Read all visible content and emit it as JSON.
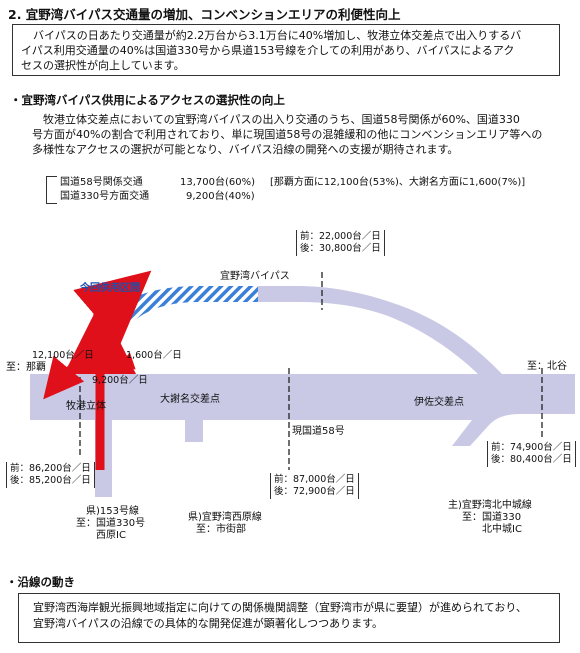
{
  "title": "2. 宜野湾バイパス交通量の増加、コンベンションエリアの利便性向上",
  "summary": {
    "line1": "バイパスの日あたり交通量が約2.2万台から3.1万台に40%増加し、牧港立体交差点で出入りするバ",
    "line2": "イパス利用交通量の40%は国道330号から県道153号線を介しての利用があり、バイパスによるアク",
    "line3": "セスの選択性が向上しています。"
  },
  "section1": {
    "heading": "・宜野湾バイパス供用によるアクセスの選択性の向上",
    "line1": "牧港立体交差点においての宜野湾バイパスの出入り交通のうち、国道58号関係が60%、国道330",
    "line2": "号方面が40%の割合で利用されており、単に現国道58号の混雑緩和の他にコンベンションエリア等への",
    "line3": "多様性なアクセスの選択が可能となり、バイパス沿線の開発への支援が期待されます。"
  },
  "traffic_table": {
    "row1_label": "国道58号関係交通",
    "row1_value": "13,700台(60%)",
    "row1_note": "[那覇方面に12,100台(53%)、大謝名方面に1,600(7%)]",
    "row2_label": "国道330号方面交通",
    "row2_value": "9,200台(40%)"
  },
  "map": {
    "colors": {
      "road": "#c9c9e6",
      "bypass_new": "#3a7fd8",
      "arrow": "#e0101a"
    },
    "bypass_name": "宜野湾バイパス",
    "new_section": "今回供用区間",
    "route58": "現国道58号",
    "makiminato": "牧港立体",
    "ojana": "大謝名交差点",
    "isa": "伊佐交差点",
    "to_naha": "至：那覇",
    "to_chatan": "至：北谷",
    "flow_naha": "12,100台／日",
    "flow_ojana": "1,600台／日",
    "flow_330": "9,200台／日",
    "count_bypass": {
      "before": "前：22,000台／日",
      "after": "後：30,800台／日"
    },
    "count_west": {
      "before": "前：86,200台／日",
      "after": "後：85,200台／日"
    },
    "count_mid": {
      "before": "前：87,000台／日",
      "after": "後：72,900台／日"
    },
    "count_east": {
      "before": "前：74,900台／日",
      "after": "後：80,400台／日"
    },
    "road153_line1": "県)153号線",
    "road153_line2": "至：国道330号",
    "road153_line3": "西原IC",
    "nishihara_line1": "県)宜野湾西原線",
    "nishihara_line2": "至：市街部",
    "kitanaka_line1": "主)宜野湾北中城線",
    "kitanaka_line2": "至：国道330",
    "kitanaka_line3": "北中城IC"
  },
  "section2": {
    "heading": "・沿線の動き",
    "line1": "宜野湾西海岸観光振興地域指定に向けての関係機関調整（宜野湾市が県に要望）が進められており、",
    "line2": "宜野湾バイパスの沿線での具体的な開発促進が顕著化しつつあります。"
  }
}
